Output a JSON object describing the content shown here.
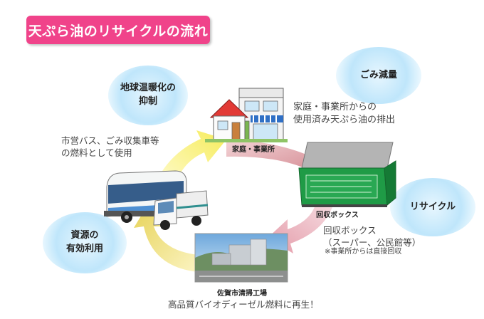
{
  "title": "天ぷら油のリサイクルの流れ",
  "bubbles": {
    "global_warming": "地球温暖化の\n抑制",
    "garbage": "ごみ減量",
    "recycle": "リサイクル",
    "resource": "資源の\n有効利用"
  },
  "notes": {
    "household": "家庭・事業所からの\n使用済み天ぷら油の排出",
    "bus": "市営バス、ごみ収集車等\nの燃料として使用",
    "collect": "回収ボックス\n（スーパー、公民館等）",
    "collect_sub": "※事業所からは直接回収",
    "factory": "高品質バイオディーゼル燃料に再生！"
  },
  "captions": {
    "house": "家庭・事業所",
    "box": "回収ボックス",
    "factory": "佐賀市清掃工場"
  },
  "colors": {
    "title_bg": "#f0438a",
    "arrow_yellow": "#f6ec5a",
    "arrow_red": "#d48e95",
    "arrow_pink": "#e8b0bb",
    "arrow_gold": "#e9d96d",
    "bubble": "#bfe6fb"
  }
}
